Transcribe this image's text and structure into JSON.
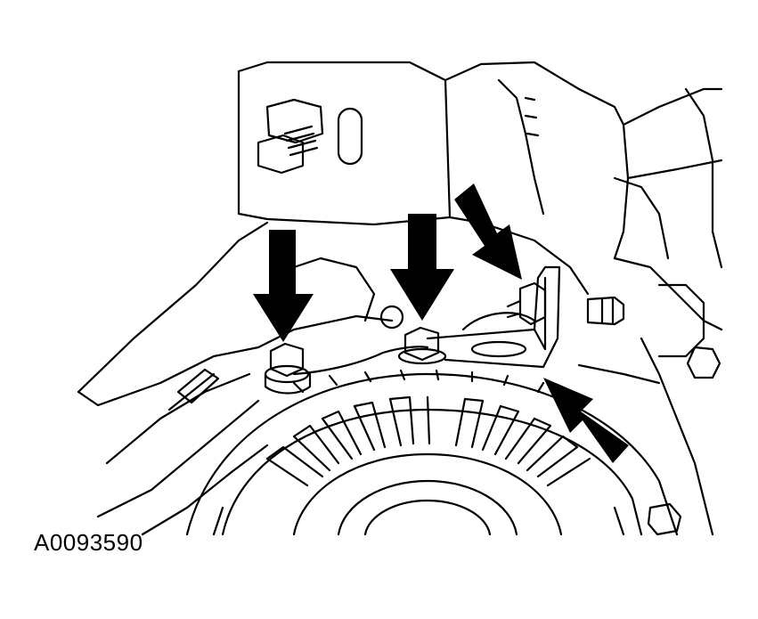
{
  "figure": {
    "id_label": "A0093590"
  },
  "colors": {
    "line": "#000000",
    "background": "#ffffff"
  },
  "callouts": [
    {
      "name": "arrow-bolt-left",
      "icon": "arrow-down-icon"
    },
    {
      "name": "arrow-bolt-center",
      "icon": "arrow-down-icon"
    },
    {
      "name": "arrow-bracket-nut",
      "icon": "arrow-diagonal-icon"
    },
    {
      "name": "arrow-bracket-end",
      "icon": "arrow-diagonal-icon"
    }
  ]
}
